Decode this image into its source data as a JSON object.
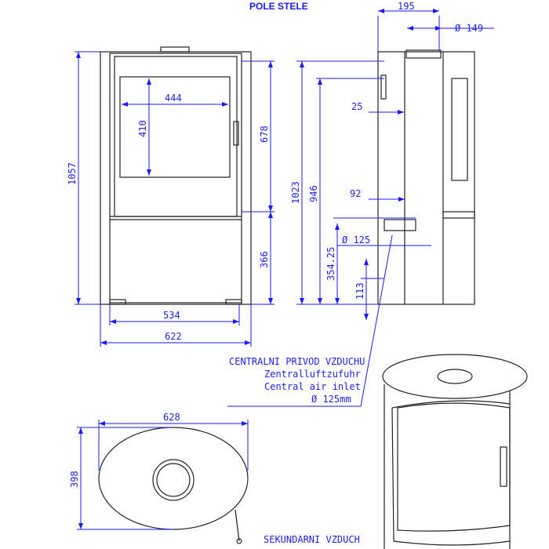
{
  "title": "POLE STELE",
  "front_view": {
    "height_total": "1057",
    "door_height": "678",
    "lower_height": "366",
    "glass_width": "444",
    "glass_height": "410",
    "base_width": "534",
    "total_width": "622"
  },
  "side_view": {
    "depth": "195",
    "flue_diameter": "Ø 149",
    "flue_height": "1023",
    "top_height": "946",
    "offset_25": "25",
    "offset_92": "92",
    "inlet_diameter": "Ø 125",
    "inlet_height": "354.25",
    "bottom_113": "113"
  },
  "top_view": {
    "width": "628",
    "depth": "398"
  },
  "notes": {
    "central_air": [
      "CENTRALNI PRIVOD VZDUCHU",
      "Zentralluftzufuhr",
      "Central air inlet",
      "Ø 125mm"
    ],
    "secondary_air": "SEKUNDARNI VZDUCH"
  },
  "colors": {
    "dimension": "#1a1aff",
    "outline": "#222222"
  }
}
